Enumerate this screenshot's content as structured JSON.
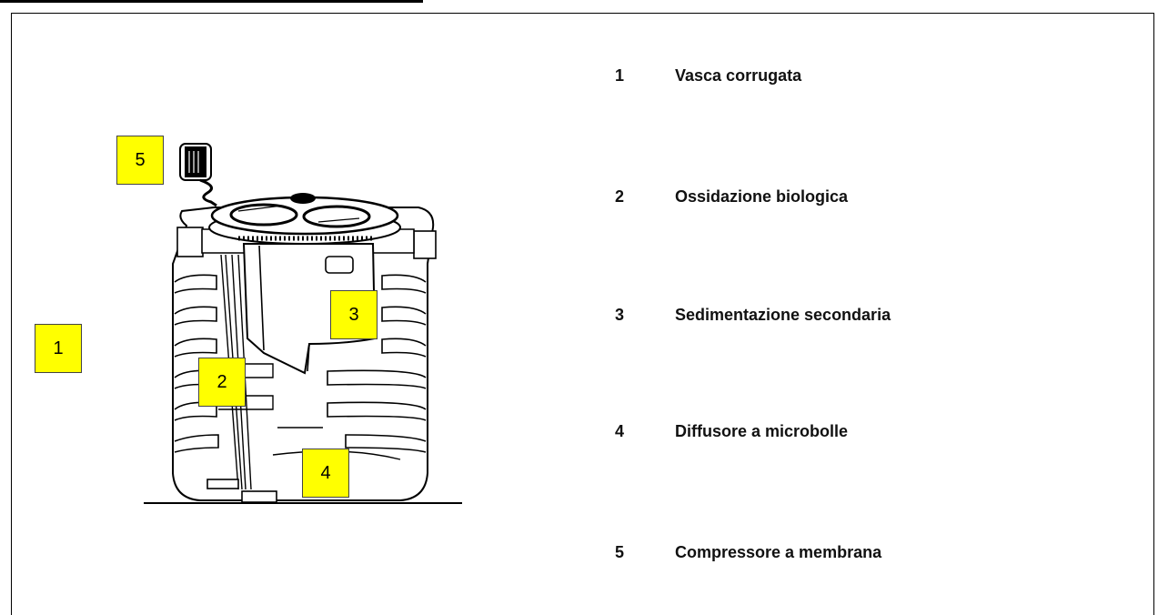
{
  "callouts": [
    {
      "num": "1"
    },
    {
      "num": "2"
    },
    {
      "num": "3"
    },
    {
      "num": "4"
    },
    {
      "num": "5"
    }
  ],
  "legend": [
    {
      "num": "1",
      "text": "Vasca corrugata"
    },
    {
      "num": "2",
      "text": "Ossidazione biologica"
    },
    {
      "num": "3",
      "text": "Sedimentazione secondaria"
    },
    {
      "num": "4",
      "text": "Diffusore a microbolle"
    },
    {
      "num": "5",
      "text": "Compressore a membrana"
    }
  ],
  "colors": {
    "callout_fill": "#ffff00",
    "line": "#000000"
  }
}
